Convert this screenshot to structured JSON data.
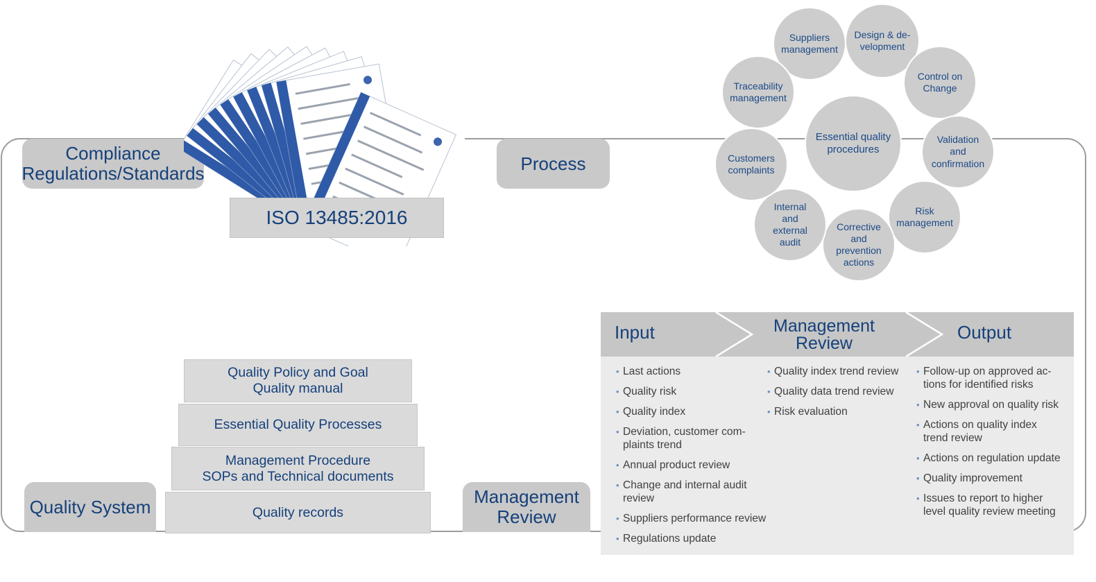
{
  "labels": {
    "compliance": "Compliance\nRegulations/Standards",
    "iso": "ISO 13485:2016",
    "process": "Process",
    "quality_system": "Quality System",
    "management_review": "Management\nReview"
  },
  "process_circles": {
    "center": "Essential quality\nprocedures",
    "items": [
      "Suppliers\nmanagement",
      "Design & de-\nvelopment",
      "Control on\nChange",
      "Validation\nand\nconfirmation",
      "Risk\nmanagement",
      "Corrective\nand\nprevention\nactions",
      "Internal\nand\nexternal\naudit",
      "Customers\ncomplaints",
      "Traceability\nmanagement"
    ]
  },
  "quality_pyramid": [
    "Quality Policy and Goal\nQuality manual",
    "Essential Quality Processes",
    "Management Procedure\nSOPs and Technical documents",
    "Quality records"
  ],
  "review": {
    "headers": [
      "Input",
      "Management\nReview",
      "Output"
    ],
    "input_items": [
      "Last actions",
      "Quality risk",
      "Quality index",
      "Deviation, customer com-\nplaints trend",
      "Annual product review",
      "Change and internal audit\nreview",
      "Suppliers performance review",
      "Regulations update"
    ],
    "review_items": [
      "Quality index trend review",
      "Quality data trend review",
      "Risk evaluation"
    ],
    "output_items": [
      "Follow-up on approved ac-\ntions for identified risks",
      "New approval on quality risk",
      "Actions on quality index\ntrend review",
      "Actions on regulation update",
      "Quality improvement",
      "Issues to report to higher\nlevel quality review meeting"
    ]
  },
  "colors": {
    "label_bg": "#c9c9c9",
    "text_blue": "#15407a",
    "circle_bg": "#cdcdcd",
    "header_bg": "#c6c6c6",
    "panel_bg": "#ebebeb"
  }
}
